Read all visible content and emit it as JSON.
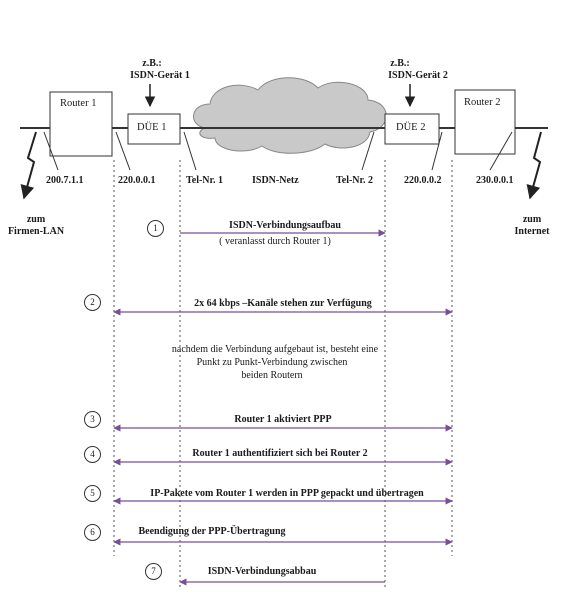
{
  "devices": {
    "router1": "Router 1",
    "router2": "Router 2",
    "due1": "DÜE 1",
    "due2": "DÜE 2",
    "zb_label": "z.B.:",
    "isdn_device1": "ISDN-Gerät 1",
    "isdn_device2": "ISDN-Gerät 2",
    "network": "ISDN-Netz"
  },
  "addresses": {
    "a1": "200.7.1.1",
    "a2": "220.0.0.1",
    "tel1": "Tel-Nr. 1",
    "tel2": "Tel-Nr. 2",
    "a3": "220.0.0.2",
    "a4": "230.0.0.1"
  },
  "endpoints": {
    "left": "zum\nFirmen-LAN",
    "right": "zum\nInternet"
  },
  "steps": [
    {
      "num": "1",
      "text": "ISDN-Verbindungsaufbau",
      "sub": "( veranlasst durch Router 1)"
    },
    {
      "num": "2",
      "text": "2x 64 kbps –Kanäle stehen zur Verfügung"
    },
    {
      "num": "3",
      "text": "Router 1 aktiviert PPP"
    },
    {
      "num": "4",
      "text": "Router 1 authentifiziert sich bei Router 2"
    },
    {
      "num": "5",
      "text": "IP-Pakete vom Router 1 werden in PPP gepackt und übertragen"
    },
    {
      "num": "6",
      "text": "Beendigung der PPP-Übertragung"
    },
    {
      "num": "7",
      "text": "ISDN-Verbindungsabbau"
    }
  ],
  "note": {
    "line1": "nachdem die Verbindung aufgebaut ist, besteht eine",
    "line2": "Punkt zu Punkt-Verbindung zwischen",
    "line3": "beiden Routern"
  },
  "colors": {
    "line": "#333333",
    "arrow": "#7a4f9a",
    "cloud": "#b9b9b9"
  }
}
